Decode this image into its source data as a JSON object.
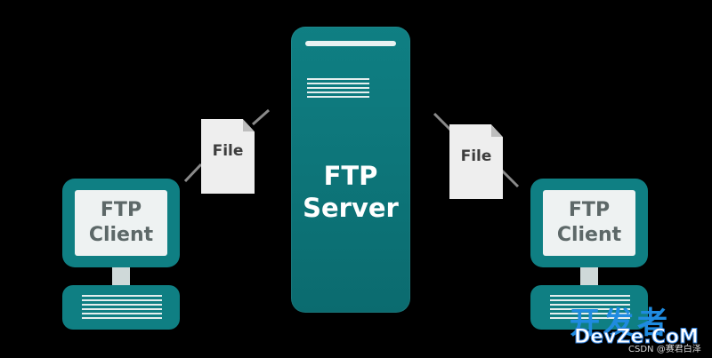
{
  "server": {
    "label_line1": "FTP",
    "label_line2": "Server"
  },
  "client_left": {
    "label_line1": "FTP",
    "label_line2": "Client"
  },
  "client_right": {
    "label_line1": "FTP",
    "label_line2": "Client"
  },
  "file_left": {
    "label": "File"
  },
  "file_right": {
    "label": "File"
  },
  "watermark": {
    "cn": "开发者",
    "en": "DevZe.CoM",
    "small": "CSDN @赛君白泽"
  },
  "colors": {
    "teal": "#0f7f83",
    "screen": "#eef2f2",
    "background": "#000000",
    "watermark_blue": "#1f8be0"
  }
}
